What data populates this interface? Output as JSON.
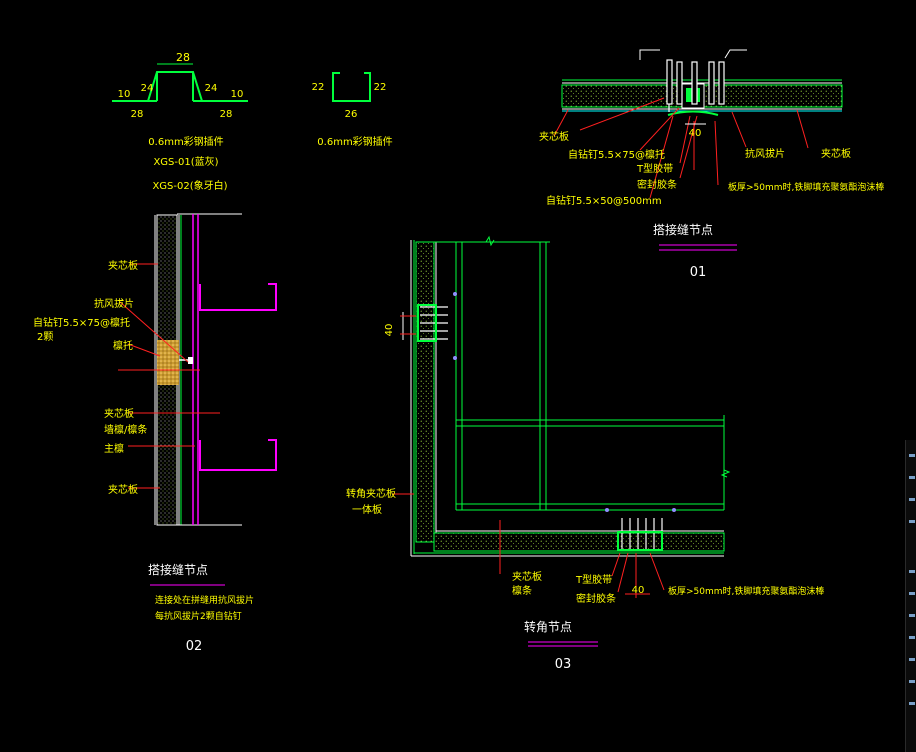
{
  "colors": {
    "background": "#000000",
    "text": "#ffff00",
    "white_text": "#ffffff",
    "panel_line": "#ffffff",
    "green": "#00ff3c",
    "magenta": "#ff00ff",
    "red": "#ff2020",
    "cyan": "#00ffff"
  },
  "profile_1": {
    "dim_top": "28",
    "dim_24_left": "24",
    "dim_24_right": "24",
    "dim_10_left": "10",
    "dim_10_right": "10",
    "dim_28_left": "28",
    "dim_28_right": "28",
    "caption": "0.6mm彩钢插件",
    "code_1": "XGS-01(蓝灰)",
    "code_2": "XGS-02(象牙白)"
  },
  "profile_2": {
    "dim_22_left": "22",
    "dim_22_right": "22",
    "dim_26": "26",
    "caption": "0.6mm彩钢插件"
  },
  "detail_01": {
    "label_left_panel": "夹芯板",
    "label_screw_1": "自钻钉5.5×75@檩托",
    "label_t_seal": "T型胶带",
    "label_sealant": "密封胶条",
    "label_screw_2": "自钻钉5.5×50@500mm",
    "label_40": "40",
    "label_wind": "抗风拔片",
    "label_foam": "板厚>50mm时,铁脚填充聚氨酯泡沫棒",
    "label_right_panel": "夹芯板",
    "title": "搭接缝节点",
    "number": "01"
  },
  "detail_02": {
    "label_panel_top": "夹芯板",
    "label_wind": "抗风拔片",
    "label_screw": "自钻钉5.5×75@檩托",
    "label_screw_2": "2颗",
    "label_purlin": "檩托",
    "label_panel_mid": "夹芯板",
    "label_purlin_2": "墙檩/檩条",
    "label_main": "主檩",
    "label_panel_bottom": "夹芯板",
    "title": "搭接缝节点",
    "note_1": "连接处在拼缝用抗风拔片",
    "note_2": "每抗风拔片2颗自钻钉",
    "number": "02"
  },
  "detail_03": {
    "label_dim_40": "40",
    "label_corner": "转角夹芯板",
    "label_corner_2": "一体板",
    "label_panel": "夹芯板",
    "label_panel_2": "檩条",
    "label_t_seal": "T型胶带",
    "label_sealant": "密封胶条",
    "label_dim_40b": "40",
    "label_foam": "板厚>50mm时,铁脚填充聚氨酯泡沫棒",
    "title": "转角节点",
    "number": "03"
  }
}
